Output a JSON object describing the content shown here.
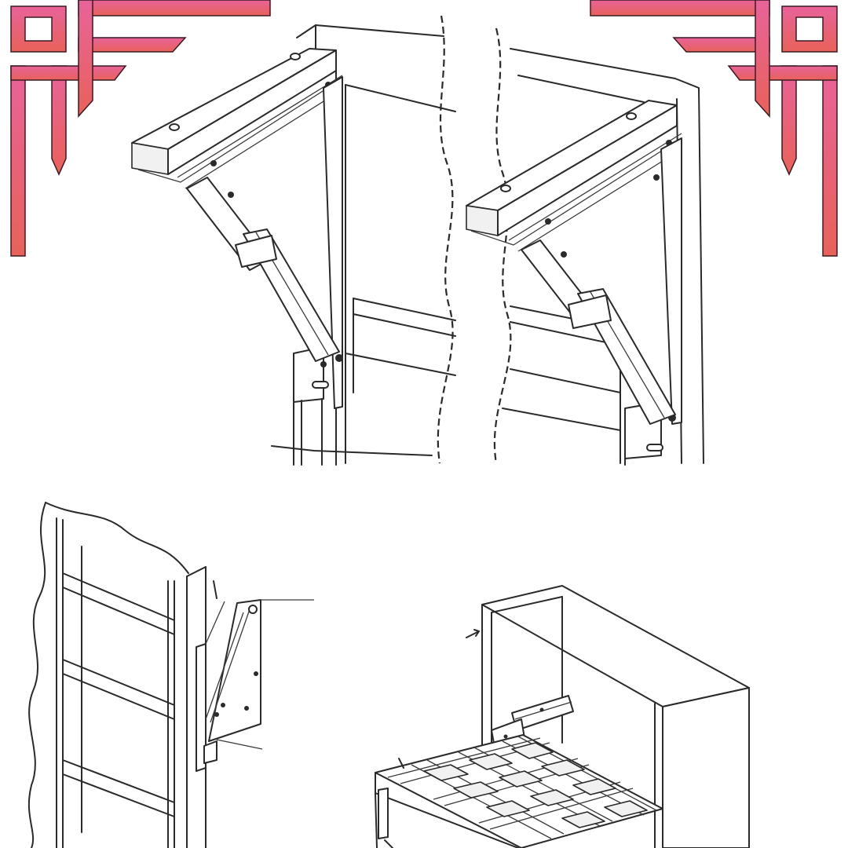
{
  "colors": {
    "ornament_top": "#e8639a",
    "ornament_bottom": "#e8625a",
    "line_art": "#2a2a2a",
    "background": "#ffffff"
  },
  "figures": [
    {
      "name": "folding-shelf-brackets-mounted"
    },
    {
      "name": "wall-bed-mechanism-closeup"
    },
    {
      "name": "wall-bed-cabinet-open"
    }
  ],
  "decorations": [
    "corner-ornament-top-left",
    "corner-ornament-top-right"
  ]
}
